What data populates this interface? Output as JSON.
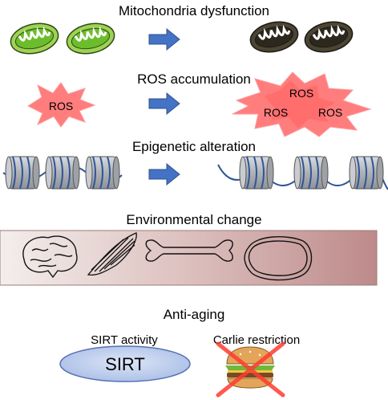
{
  "sections": {
    "mitochondria": {
      "title": "Mitochondria dysfunction"
    },
    "ros": {
      "title": "ROS accumulation",
      "burst_label": "ROS"
    },
    "epigenetic": {
      "title": "Epigenetic alteration"
    },
    "environment": {
      "title": "Environmental change"
    },
    "anti_aging": {
      "title": "Anti-aging",
      "sirt_caption": "SIRT activity",
      "sirt_label": "SIRT",
      "restriction_caption": "Carlie restriction"
    }
  },
  "colors": {
    "arrow": "#4472c4",
    "healthy_mito": "#7fcf3a",
    "dysfunctional_mito": "#3a3528",
    "ros_burst": "#ff7d7d",
    "dna_strand": "#2f5597",
    "nucleosome": "#b4b8bd",
    "environment_band_start": "#f3eeec",
    "environment_band_end": "#bd8a8a",
    "sirt_fill": "#bcccec",
    "cross": "#ff3b30"
  },
  "icons": [
    "brain-icon",
    "muscle-icon",
    "bone-icon",
    "fat-cell-icon",
    "burger-icon"
  ]
}
